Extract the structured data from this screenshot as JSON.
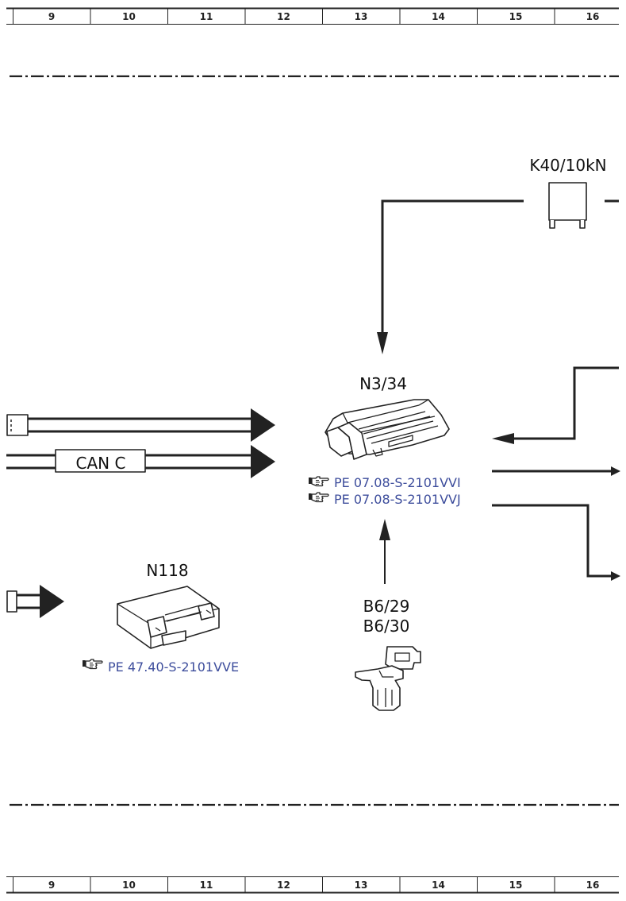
{
  "ruler": {
    "columns": [
      "9",
      "10",
      "11",
      "12",
      "13",
      "14",
      "15",
      "16"
    ]
  },
  "components": {
    "relay": {
      "label": "K40/10kN"
    },
    "ecu": {
      "label": "N3/34",
      "refs": [
        "PE 07.08-S-2101VVI",
        "PE 07.08-S-2101VVJ"
      ]
    },
    "module": {
      "label": "N118",
      "refs": [
        "PE 47.40-S-2101VVE"
      ]
    },
    "sensor": {
      "label_line1": "B6/29",
      "label_line2": "B6/30"
    }
  },
  "bus": {
    "label": "CAN C"
  },
  "colors": {
    "line": "#222222",
    "reference_link": "#3d4d9c"
  },
  "icons": {
    "reference": "pointing-hand-icon"
  }
}
